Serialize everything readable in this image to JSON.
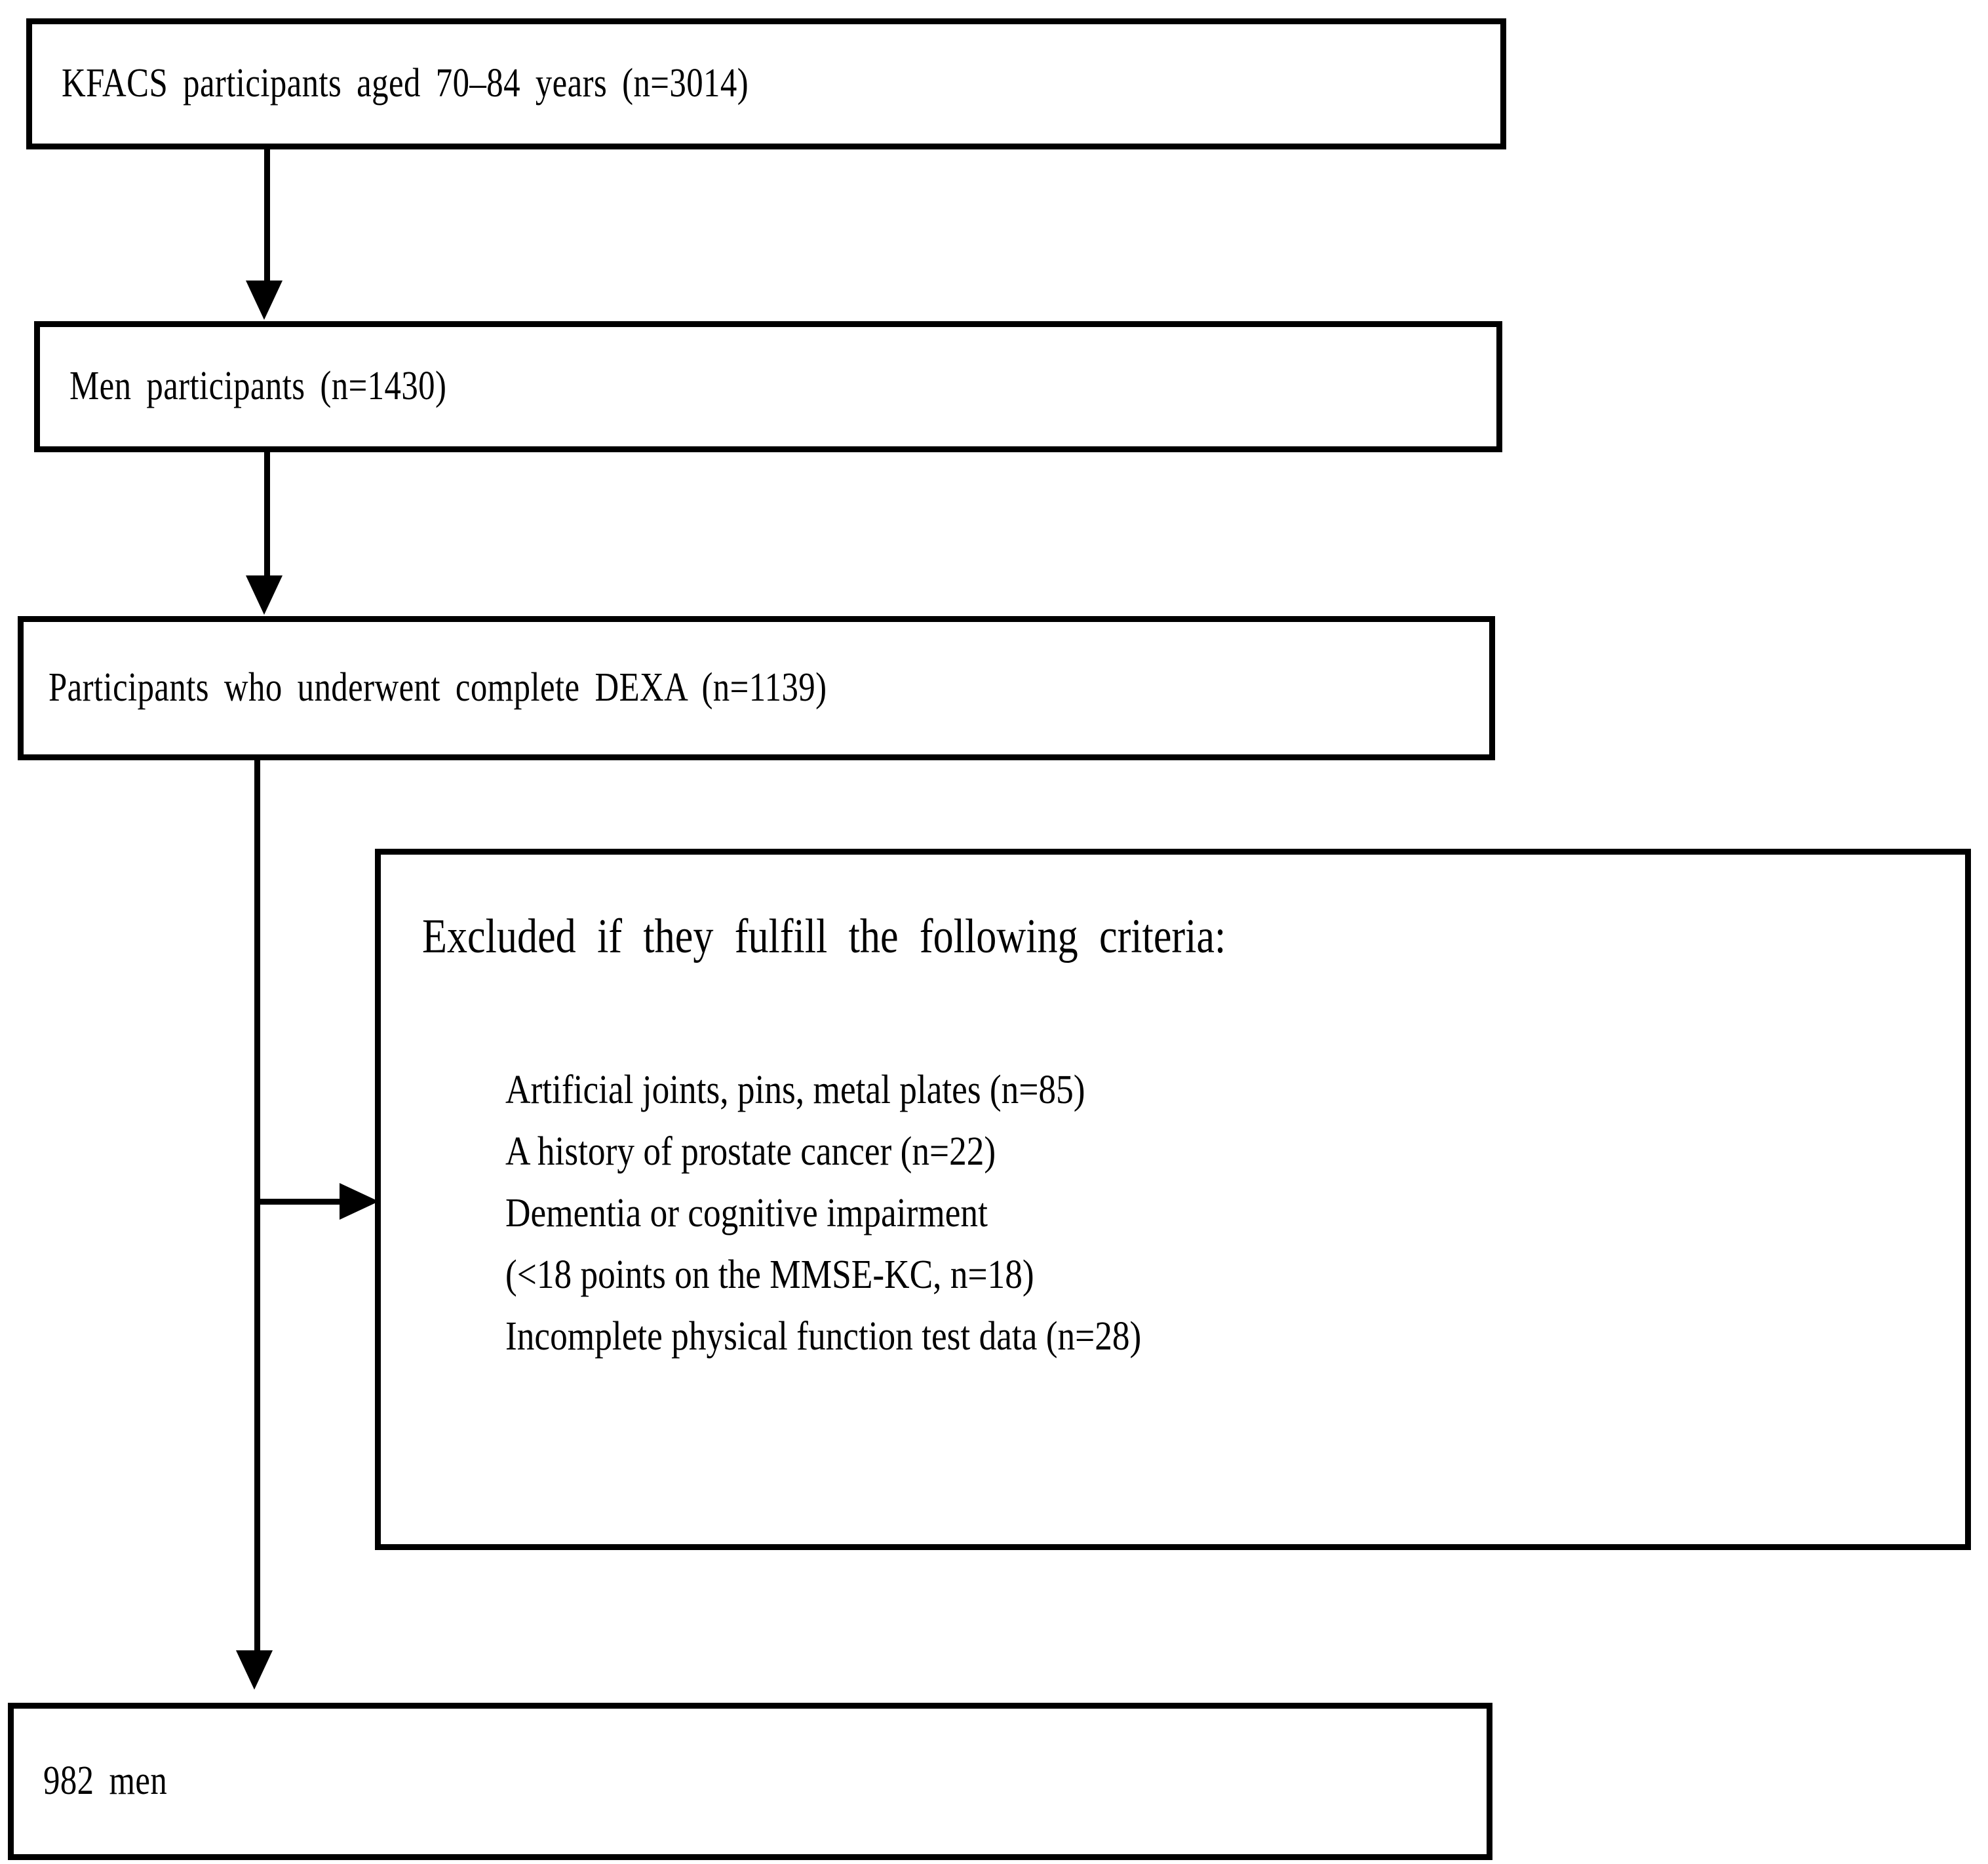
{
  "figure": {
    "type": "participant-flow-diagram",
    "colors": {
      "stroke": "#000000",
      "background": "#ffffff",
      "text": "#000000"
    }
  },
  "boxes": {
    "cohort": {
      "label": "KFACS participants aged 70–84 years (n=3014)",
      "n": 3014
    },
    "men": {
      "label": "Men  participants  (n=1430)",
      "n": 1430
    },
    "dexa": {
      "label": "Participants  who  underwent  complete  DEXA  (n=1139)",
      "n": 1139
    },
    "final": {
      "label": "982  men",
      "n": 982
    }
  },
  "exclusion": {
    "heading": "Excluded  if  they  fulfill  the  following  criteria:",
    "items": [
      {
        "label": "Artificial joints, pins, metal plates (n=85)",
        "n": 85
      },
      {
        "label": "A history of prostate cancer (n=22)",
        "n": 22
      },
      {
        "label": "Dementia or cognitive impairment",
        "n": null
      },
      {
        "label": "(<18 points on the MMSE-KC, n=18)",
        "n": 18
      },
      {
        "label": "Incomplete physical function test data (n=28)",
        "n": 28
      }
    ]
  },
  "connectors": [
    {
      "from": "cohort",
      "to": "men",
      "direction": "down"
    },
    {
      "from": "men",
      "to": "dexa",
      "direction": "down"
    },
    {
      "from": "dexa",
      "to": "final",
      "direction": "down"
    },
    {
      "from": "dexa",
      "to": "exclusion",
      "direction": "right"
    }
  ]
}
